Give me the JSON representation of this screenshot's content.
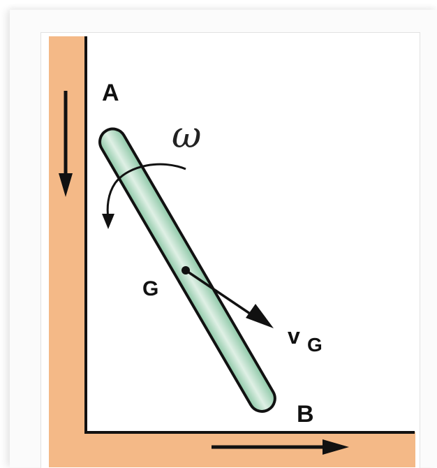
{
  "labels": {
    "end_a": "A",
    "end_b": "B",
    "center": "G",
    "angular_velocity": "ω",
    "velocity_main": "v",
    "velocity_sub": "G"
  },
  "colors": {
    "wall": "#f4b987",
    "rod_fill": "#bfe0cc",
    "rod_edge": "#111111",
    "arrow": "#111111",
    "background": "#ffffff"
  }
}
